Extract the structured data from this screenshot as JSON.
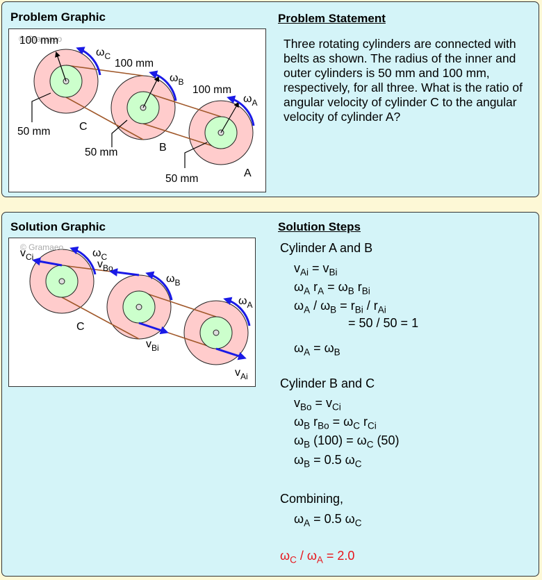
{
  "problem": {
    "graphic_title": "Problem Graphic",
    "statement_title": "Problem Statement",
    "statement": "Three rotating cylinders are connected with belts as shown. The radius of the inner and outer cylinders is 50 mm and 100 mm, respectively, for all three. What is the ratio of angular velocity of cylinder C to the angular velocity of cylinder A?",
    "watermark": "© Gramaeo",
    "labels": {
      "r_outer_c": "100 mm",
      "r_outer_b": "100 mm",
      "r_outer_a": "100 mm",
      "r_inner_c": "50 mm",
      "r_inner_b": "50 mm",
      "r_inner_a": "50 mm",
      "cyl_a": "A",
      "cyl_b": "B",
      "cyl_c": "C",
      "omega": "ω",
      "sub_a": "A",
      "sub_b": "B",
      "sub_c": "C"
    }
  },
  "solution": {
    "graphic_title": "Solution Graphic",
    "steps_title": "Solution Steps",
    "watermark": "© Gramaeo",
    "labels": {
      "v": "v",
      "ci": "Ci",
      "bo": "Bo",
      "bi": "Bi",
      "ai": "Ai",
      "omega": "ω",
      "sub_a": "A",
      "sub_b": "B",
      "sub_c": "C",
      "cyl_c": "C"
    },
    "section1_title": "Cylinder A and B",
    "section2_title": "Cylinder B and C",
    "section3_title": "Combining,",
    "eq": {
      "v": "v",
      "w": "ω",
      "r": "r",
      "eq": " = ",
      "slash": " / ",
      "ai": "Ai",
      "bi": "Bi",
      "bo": "Bo",
      "ci": "Ci",
      "a": "A",
      "b": "B",
      "c": "C",
      "val_ratio": "= 50 / 50 = 1",
      "hundred": " (100) = ",
      "fifty": " (50)",
      "half": " = 0.5 ",
      "result_val": " = 2.0"
    }
  },
  "colors": {
    "outer": "#ffcccc",
    "inner": "#ccffcc",
    "belt": "#a0582a",
    "arrow": "#1a1ae6",
    "result": "#e8141a"
  }
}
